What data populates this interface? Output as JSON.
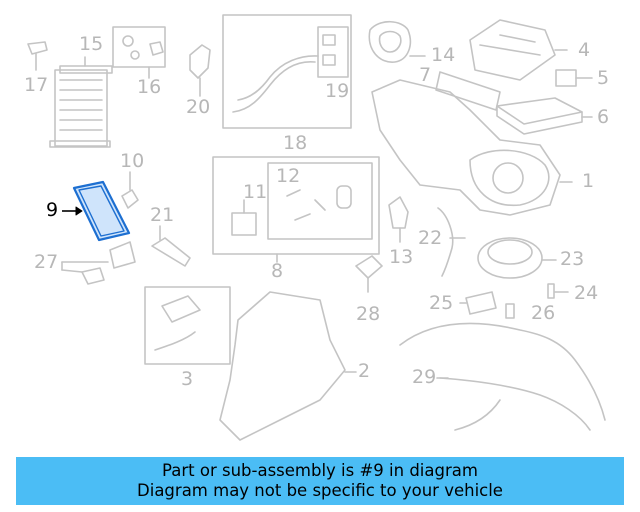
{
  "colors": {
    "line": "#c4c4c4",
    "label": "#b7b7b7",
    "highlight": "#1d6fd1",
    "banner": "#4bbdf5",
    "banner_text": "#000000"
  },
  "callouts": {
    "c1": "1",
    "c2": "2",
    "c3": "3",
    "c4": "4",
    "c5": "5",
    "c6": "6",
    "c7": "7",
    "c8": "8",
    "c9": "9",
    "c10": "10",
    "c11": "11",
    "c12": "12",
    "c13": "13",
    "c14": "14",
    "c15": "15",
    "c16": "16",
    "c17": "17",
    "c18": "18",
    "c19": "19",
    "c20": "20",
    "c21": "21",
    "c22": "22",
    "c23": "23",
    "c24": "24",
    "c25": "25",
    "c26": "26",
    "c27": "27",
    "c28": "28",
    "c29": "29"
  },
  "highlighted_part": "9",
  "banner": {
    "line1": "Part or sub-assembly is #9 in diagram",
    "line2": "Diagram may not be specific to your vehicle"
  }
}
